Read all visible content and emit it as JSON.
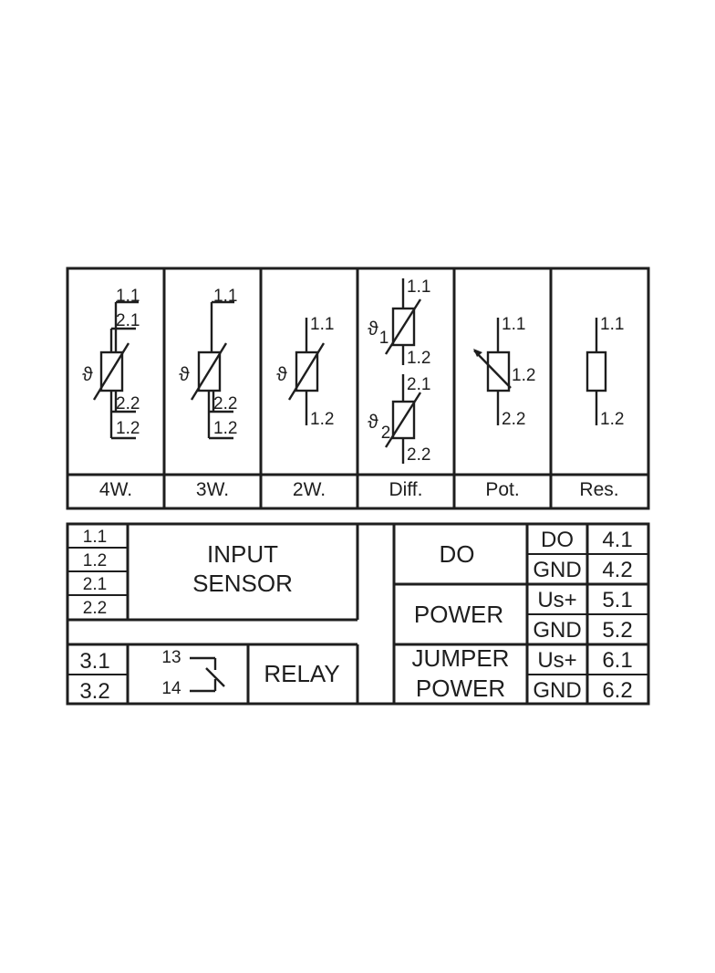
{
  "connection_types": [
    {
      "label": "4W.",
      "pins": [
        "1.1",
        "2.1",
        "2.2",
        "1.2"
      ],
      "symbol": "ϑ"
    },
    {
      "label": "3W.",
      "pins": [
        "1.1",
        "2.2",
        "1.2"
      ],
      "symbol": "ϑ"
    },
    {
      "label": "2W.",
      "pins": [
        "1.1",
        "1.2"
      ],
      "symbol": "ϑ"
    },
    {
      "label": "Diff.",
      "pins": [
        "1.1",
        "1.2",
        "2.1",
        "2.2"
      ],
      "symbol": "ϑ",
      "sub1": "1",
      "sub2": "2"
    },
    {
      "label": "Pot.",
      "pins": [
        "1.1",
        "1.2",
        "2.2"
      ]
    },
    {
      "label": "Res.",
      "pins": [
        "1.1",
        "1.2"
      ]
    }
  ],
  "input_sensor": {
    "pins": [
      "1.1",
      "1.2",
      "2.1",
      "2.2"
    ],
    "label_line1": "INPUT",
    "label_line2": "SENSOR"
  },
  "relay": {
    "pins": [
      "3.1",
      "3.2"
    ],
    "contact_top": "13",
    "contact_bottom": "14",
    "label": "RELAY"
  },
  "terminals": {
    "do_label": "DO",
    "power_label": "POWER",
    "jumper_line1": "JUMPER",
    "jumper_line2": "POWER",
    "rows": [
      {
        "signal": "DO",
        "pin": "4.1"
      },
      {
        "signal": "GND",
        "pin": "4.2"
      },
      {
        "signal": "Us+",
        "pin": "5.1"
      },
      {
        "signal": "GND",
        "pin": "5.2"
      },
      {
        "signal": "Us+",
        "pin": "6.1"
      },
      {
        "signal": "GND",
        "pin": "6.2"
      }
    ]
  }
}
